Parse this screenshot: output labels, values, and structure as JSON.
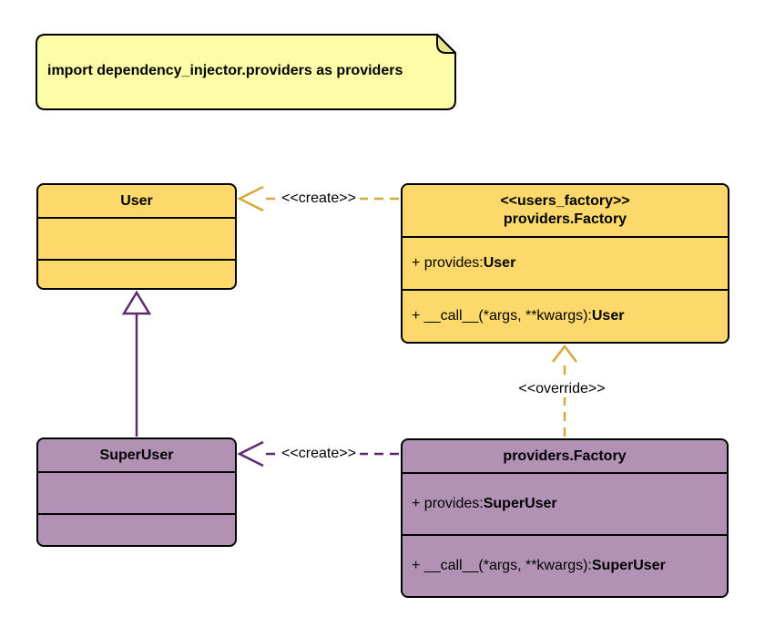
{
  "note": {
    "text": "import dependency_injector.providers as providers"
  },
  "classes": {
    "user": {
      "title": "User"
    },
    "users_factory": {
      "stereotype": "<<users_factory>>",
      "name": "providers.Factory",
      "provides_label": "+ provides: ",
      "provides_type": "User",
      "call_label": "+ __call__(*args, **kwargs): ",
      "call_type": "User"
    },
    "super_user": {
      "title": "SuperUser"
    },
    "super_user_factory": {
      "name": "providers.Factory",
      "provides_label": "+ provides: ",
      "provides_type": "SuperUser",
      "call_label": "+ __call__(*args, **kwargs): ",
      "call_type": "SuperUser"
    }
  },
  "edges": {
    "create_user": {
      "label": "<<create>>"
    },
    "create_super_user": {
      "label": "<<create>>"
    },
    "override": {
      "label": "<<override>>"
    }
  },
  "colors": {
    "class_yellow": "#FCD96A",
    "class_purple": "#B292B4",
    "note_fill": "#FDFDA8",
    "note_fold": "#E6E68C",
    "arrow_gold": "#D5A938",
    "arrow_purple": "#5C2B6E",
    "border_black": "#000000"
  }
}
